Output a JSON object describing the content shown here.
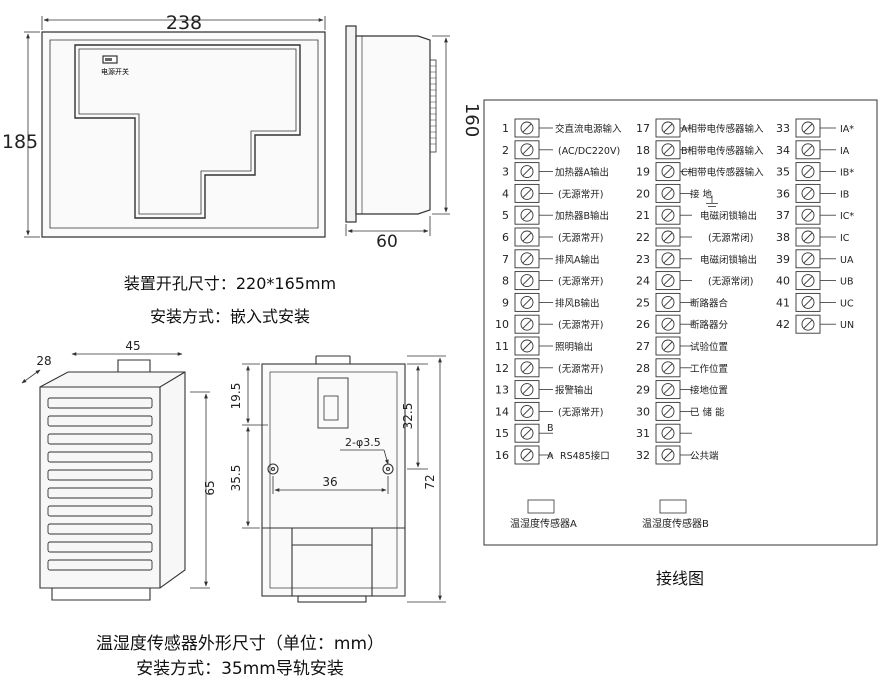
{
  "controller": {
    "dims": {
      "width": "238",
      "height": "185",
      "depth": "60",
      "side_height": "160"
    },
    "switch_label": "电源开关",
    "caption1": "装置开孔尺寸：220*165mm",
    "caption2": "安装方式：嵌入式安装"
  },
  "sensor": {
    "dims": {
      "d28": "28",
      "d45": "45",
      "d65": "65",
      "d19_5": "19.5",
      "d35_5": "35.5",
      "d36": "36",
      "d32_5": "32.5",
      "d72": "72",
      "hole": "2-φ3.5"
    },
    "caption1": "温湿度传感器外形尺寸（单位：mm）",
    "caption2": "安装方式：35mm导轨安装"
  },
  "wiring": {
    "caption": "接线图",
    "col1_numbers": [
      "1",
      "2",
      "3",
      "4",
      "5",
      "6",
      "7",
      "8",
      "9",
      "10",
      "11",
      "12",
      "13",
      "14",
      "15",
      "16"
    ],
    "col1_labels": [
      {
        "text": "交直流电源输入",
        "row": 0
      },
      {
        "text": "(AC/DC220V)",
        "row": 1
      },
      {
        "text": "加热器A输出",
        "row": 2
      },
      {
        "text": "(无源常开)",
        "row": 3
      },
      {
        "text": "加热器B输出",
        "row": 4
      },
      {
        "text": "(无源常开)",
        "row": 5
      },
      {
        "text": "排风A输出",
        "row": 6
      },
      {
        "text": "(无源常开)",
        "row": 7
      },
      {
        "text": "排风B输出",
        "row": 8
      },
      {
        "text": "(无源常开)",
        "row": 9
      },
      {
        "text": "照明输出",
        "row": 10
      },
      {
        "text": "(无源常开)",
        "row": 11
      },
      {
        "text": "报警输出",
        "row": 12
      },
      {
        "text": "(无源常开)",
        "row": 13
      },
      {
        "text": "B",
        "row": 14
      },
      {
        "text": "RS485接口",
        "row": 15
      },
      {
        "text": "A",
        "row": 15
      }
    ],
    "col2_numbers": [
      "17",
      "18",
      "19",
      "20",
      "21",
      "22",
      "23",
      "24",
      "25",
      "26",
      "27",
      "28",
      "29",
      "30",
      "31",
      "32"
    ],
    "col2_labels": [
      {
        "text": "A相带电传感器输入",
        "row": 0
      },
      {
        "text": "B相带电传感器输入",
        "row": 1
      },
      {
        "text": "C相带电传感器输入",
        "row": 2
      },
      {
        "text": "接  地",
        "row": 3
      },
      {
        "text": "电磁闭锁输出",
        "row": 4
      },
      {
        "text": "(无源常闭)",
        "row": 5
      },
      {
        "text": "电磁闭锁输出",
        "row": 6
      },
      {
        "text": "(无源常闭)",
        "row": 7
      },
      {
        "text": "断路器合",
        "row": 8
      },
      {
        "text": "断路器分",
        "row": 9
      },
      {
        "text": "试验位置",
        "row": 10
      },
      {
        "text": "工作位置",
        "row": 11
      },
      {
        "text": "接地位置",
        "row": 12
      },
      {
        "text": "已 储 能",
        "row": 13
      },
      {
        "text": "公共端",
        "row": 15
      }
    ],
    "col3_numbers": [
      "33",
      "34",
      "35",
      "36",
      "37",
      "38",
      "39",
      "40",
      "41",
      "42"
    ],
    "col3_labels": [
      "IA*",
      "IA",
      "IB*",
      "IB",
      "IC*",
      "IC",
      "UA",
      "UB",
      "UC",
      "UN"
    ],
    "sensor_a": "温湿度传感器A",
    "sensor_b": "温湿度传感器B"
  }
}
